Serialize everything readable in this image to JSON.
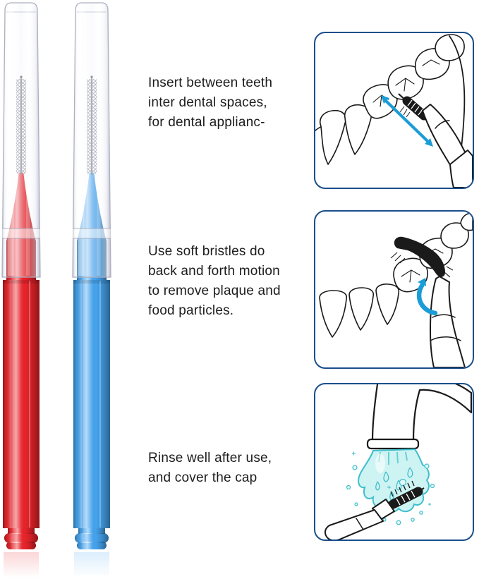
{
  "image": {
    "kind": "interdental brush usage instructions",
    "background": "#ffffff"
  },
  "product": {
    "name": "interdental brushes with clear caps",
    "items": [
      {
        "label": "red interdental brush",
        "color": "#e8232a"
      },
      {
        "label": "blue interdental brush",
        "color": "#45a3ee"
      }
    ]
  },
  "steps": [
    {
      "id": 1,
      "lines": [
        "Insert between teeth",
        "inter dental spaces,",
        "for dental applianc-"
      ],
      "illustration": "brush inserted between molars with back-and-forth double arrow"
    },
    {
      "id": 2,
      "lines": [
        "Use soft bristles do",
        "back and forth motion",
        "to remove plaque and",
        "food particles."
      ],
      "illustration": "soft bristles curved around tooth with rotation arrow"
    },
    {
      "id": 3,
      "lines": [
        "Rinse well after use,",
        "and cover the cap"
      ],
      "illustration": "brush rinsed under running faucet water"
    }
  ],
  "colors": {
    "red_handle": "#e8232a",
    "blue_handle": "#45a3ee",
    "panel_border": "#1a4e8c",
    "arrow_cyan": "#1b9cd6",
    "water_fill": "#cdf3f2",
    "water_stroke": "#3fbecb",
    "water_drop_fill": "#e4f8f8",
    "line_art": "#1a1a1a",
    "text": "#1c1c1c"
  }
}
